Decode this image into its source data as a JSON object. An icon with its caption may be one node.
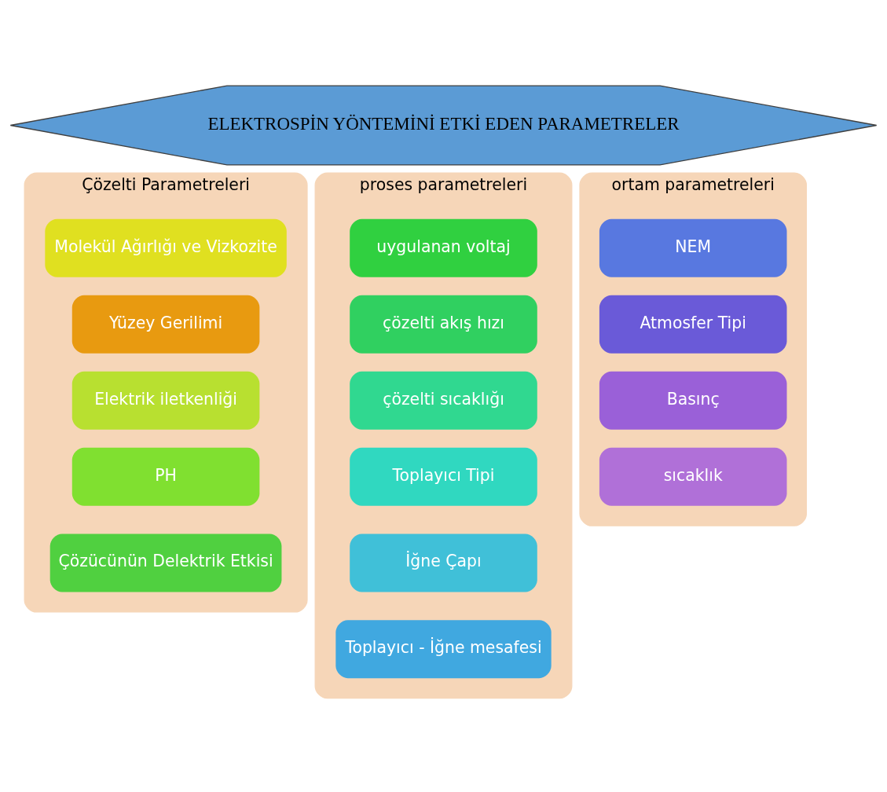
{
  "diagram": {
    "nodes": [
      {
        "text": [
          "ELEKTROSPİN YÖNTEMİNİ ETKİ EDEN PARAMETRELER"
        ]
      },
      {
        "text": [
          "Çözelti Parametreleri"
        ]
      },
      {
        "text": [
          "Molekül Ağırlığı ve Vizkozite"
        ],
        "in": 1
      },
      {
        "text": [
          "Yüzey Gerilimi"
        ],
        "in": 1
      },
      {
        "text": [
          "Elektrik iletkenliği"
        ],
        "in": 1
      },
      {
        "text": [
          "PH"
        ],
        "in": 1
      },
      {
        "text": [
          "Çözücünün Delektrik Etkisi"
        ],
        "in": 1
      },
      {
        "text": [
          "proses parametreleri"
        ]
      },
      {
        "text": [
          "uygulanan voltaj"
        ],
        "in": 7
      },
      {
        "text": [
          "çözelti akış hızı"
        ],
        "in": 7
      },
      {
        "text": [
          "çözelti sıcaklığı"
        ],
        "in": 7
      },
      {
        "text": [
          "Toplayıcı Tipi"
        ],
        "in": 7
      },
      {
        "text": [
          "İğne Çapı"
        ],
        "in": 7
      },
      {
        "text": [
          "Toplayıcı - İğne mesafesi"
        ],
        "in": 7
      },
      {
        "text": [
          "ortam parametreleri"
        ]
      },
      {
        "text": [
          "NEM"
        ],
        "in": 14
      },
      {
        "text": [
          "Atmosfer Tipi"
        ],
        "in": 14
      },
      {
        "text": [
          "Basınç"
        ],
        "in": 14
      },
      {
        "text": [
          "sıcaklık"
        ],
        "in": 14
      }
    ],
    "edges": []
  }
}
